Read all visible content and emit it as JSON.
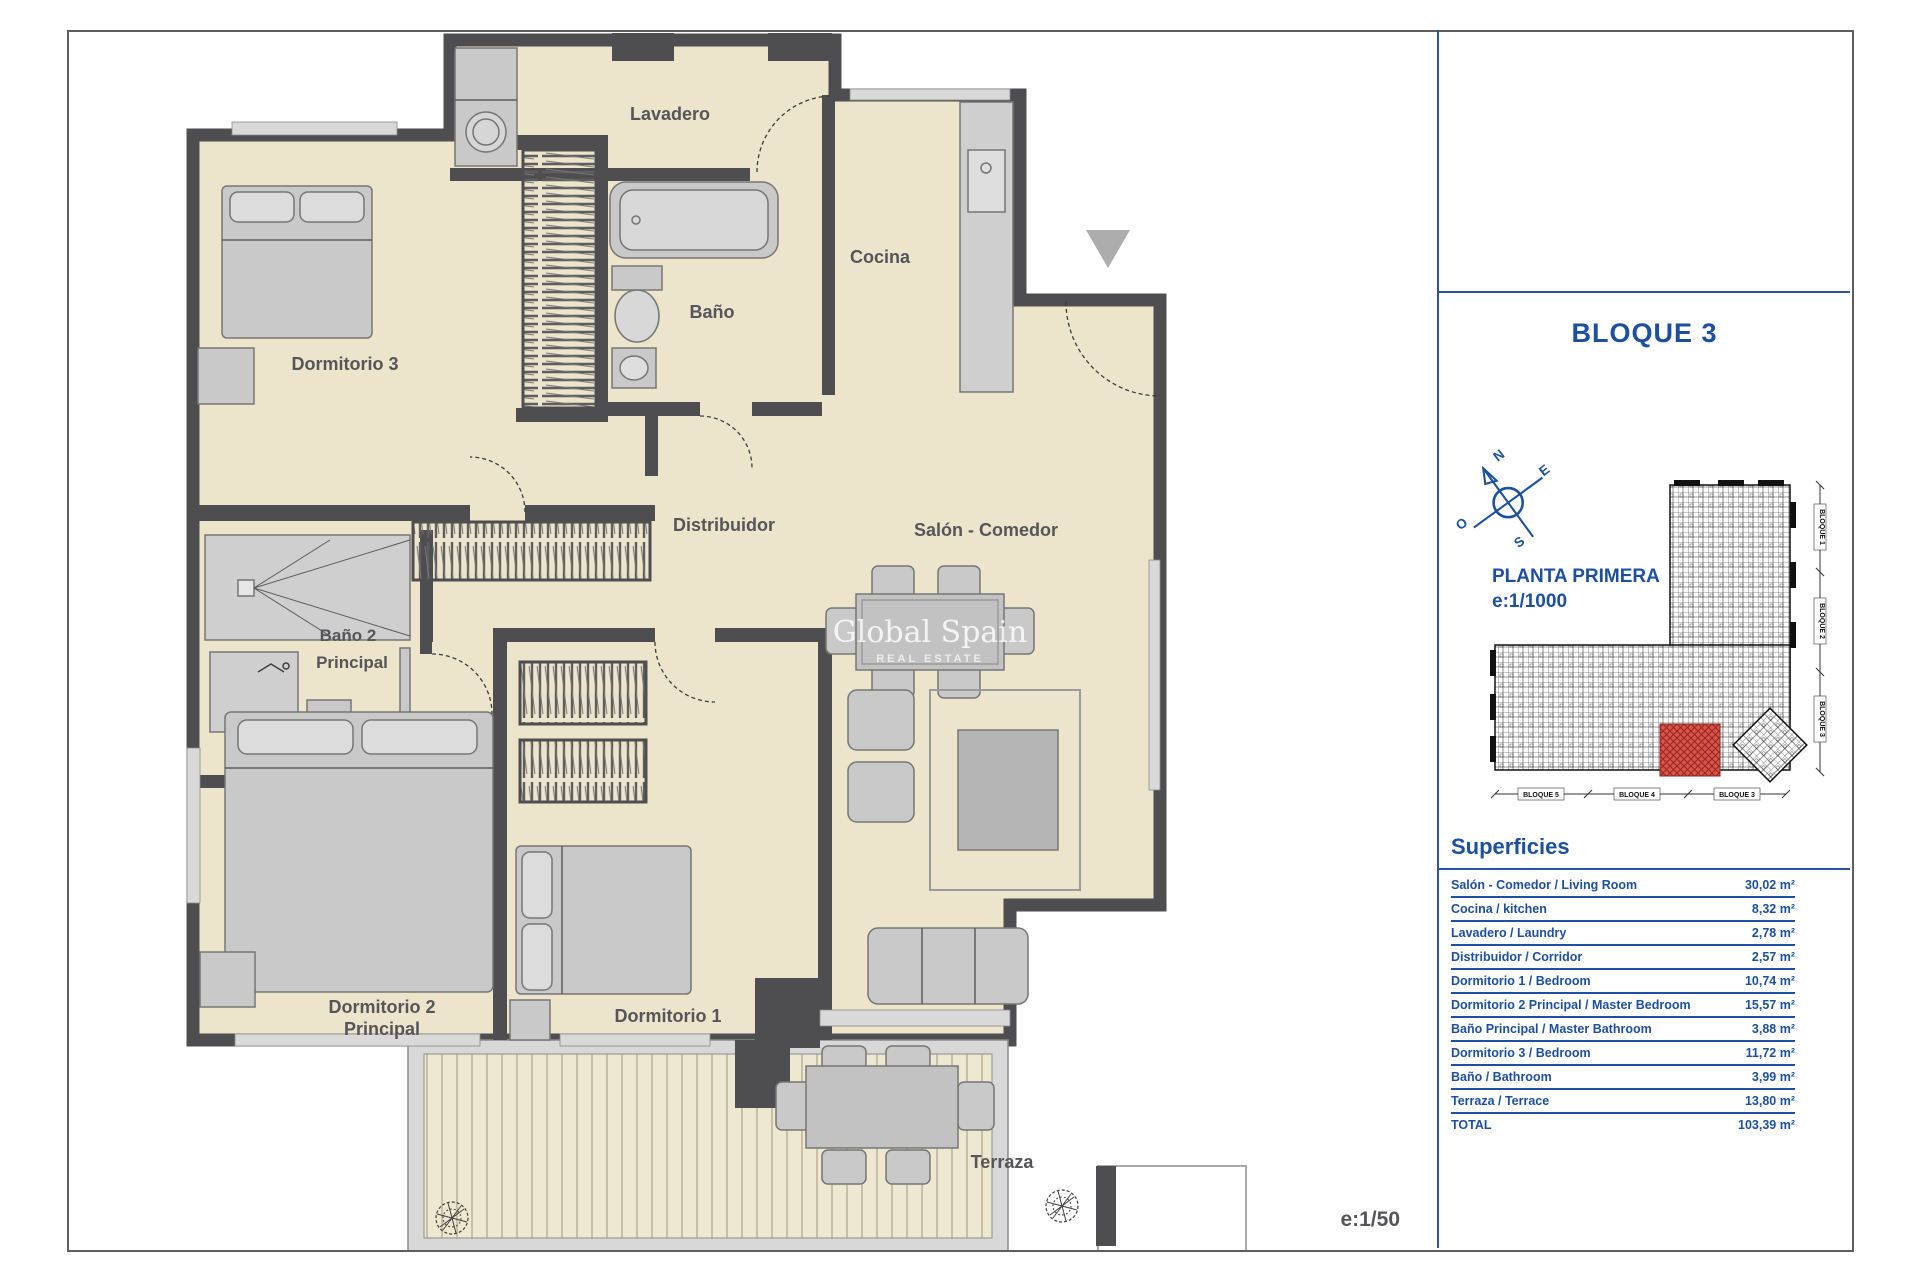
{
  "sheet": {
    "scale_note": "e:1/50",
    "watermark": {
      "line1": "Global Spain",
      "line2": "REAL ESTATE"
    }
  },
  "floorplan": {
    "rooms": {
      "lavadero": "Lavadero",
      "cocina": "Cocina",
      "bano": "Baño",
      "dormitorio3": "Dormitorio 3",
      "distribuidor": "Distribuidor",
      "salon": "Salón - Comedor",
      "bano2_line1": "Baño 2",
      "bano2_line2": "Principal",
      "dormitorio2_line1": "Dormitorio 2",
      "dormitorio2_line2": "Principal",
      "dormitorio1": "Dormitorio 1",
      "terraza": "Terraza"
    }
  },
  "panel": {
    "block_title": "BLOQUE 3",
    "plan_title": "PLANTA PRIMERA",
    "plan_scale": "e:1/1000",
    "compass": {
      "n": "N",
      "s": "S",
      "e": "E",
      "o": "O"
    },
    "siteplan": {
      "bottom_labels": [
        "BLOQUE 5",
        "BLOQUE 4",
        "BLOQUE 3"
      ],
      "side_labels": [
        "BLOQUE 1",
        "BLOQUE 2",
        "BLOQUE 3"
      ]
    },
    "superficies": {
      "title": "Superficies",
      "rows": [
        {
          "label": "Salón - Comedor / Living Room",
          "value": "30,02 m²"
        },
        {
          "label": "Cocina / kitchen",
          "value": "8,32 m²"
        },
        {
          "label": "Lavadero / Laundry",
          "value": "2,78 m²"
        },
        {
          "label": "Distribuidor / Corridor",
          "value": "2,57 m²"
        },
        {
          "label": "Dormitorio 1 / Bedroom",
          "value": "10,74 m²"
        },
        {
          "label": "Dormitorio 2 Principal / Master Bedroom",
          "value": "15,57 m²"
        },
        {
          "label": "Baño Principal / Master Bathroom",
          "value": "3,88 m²"
        },
        {
          "label": "Dormitorio 3 / Bedroom",
          "value": "11,72 m²"
        },
        {
          "label": "Baño / Bathroom",
          "value": "3,99 m²"
        },
        {
          "label": "Terraza  / Terrace",
          "value": "13,80 m²"
        },
        {
          "label": "TOTAL",
          "value": "103,39 m²"
        }
      ]
    }
  }
}
